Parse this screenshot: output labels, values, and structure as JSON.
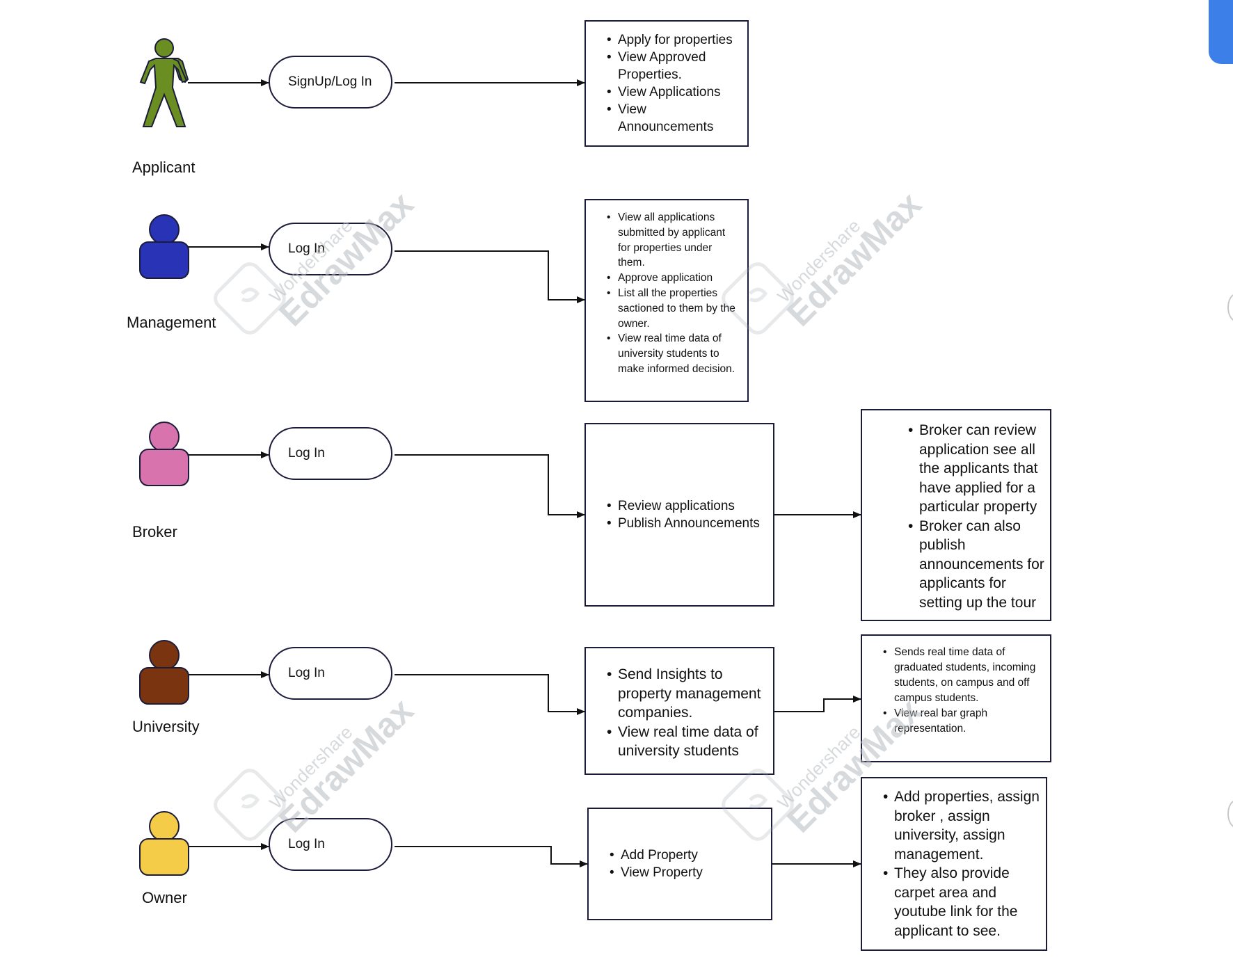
{
  "actors": [
    {
      "label": "Applicant",
      "color": "#6b8e23",
      "icon": "person-outline-icon"
    },
    {
      "label": "Management",
      "color": "#2833b5",
      "icon": "user-icon"
    },
    {
      "label": "Broker",
      "color": "#d873ad",
      "icon": "user-icon"
    },
    {
      "label": "University",
      "color": "#7a3510",
      "icon": "user-icon"
    },
    {
      "label": "Owner",
      "color": "#f4cc47",
      "icon": "user-icon"
    }
  ],
  "login_nodes": [
    "SignUp/Log In",
    "Log In",
    "Log In",
    "Log In",
    "Log In"
  ],
  "action_boxes": [
    {
      "items": [
        "Apply for properties",
        "View Approved Properties.",
        "View Applications",
        "View Announcements"
      ]
    },
    {
      "items": [
        "View all applications submitted by applicant for properties under them.",
        "Approve application",
        "List all the properties sactioned to them by the owner.",
        "View real time data of university students to make informed decision."
      ]
    },
    {
      "items": [
        "Review applications",
        "Publish Announcements"
      ]
    },
    {
      "items": [
        "Send Insights to property management companies.",
        "View real time data of university students"
      ]
    },
    {
      "items": [
        "Add Property",
        "View  Property"
      ]
    }
  ],
  "detail_boxes": [
    {
      "items": [
        "Broker can review application see all the applicants that have applied for a particular property",
        "Broker can also publish announcements for applicants for setting up the tour"
      ]
    },
    {
      "items": [
        "Sends real time data of graduated students, incoming students, on campus and off campus students.",
        "View real  bar graph representation."
      ]
    },
    {
      "items": [
        "Add properties, assign broker , assign university, assign management.",
        "They also provide carpet area and youtube link for the applicant to see."
      ]
    }
  ],
  "watermark": {
    "brand": "Wondershare",
    "product": "EdrawMax",
    "icon": "edrawmax-logo-icon"
  },
  "colors": {
    "line": "#1b1b3a",
    "accent_tab": "#3d7fe8"
  }
}
